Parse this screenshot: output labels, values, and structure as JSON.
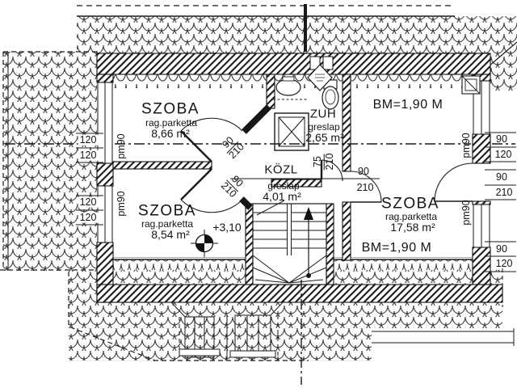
{
  "rooms": {
    "szoba_top_left": {
      "name": "SZOBA",
      "floor": "rag.parketta",
      "area": "8,66 m²"
    },
    "zuh": {
      "name": "ZUH",
      "floor": "greslap",
      "area": "2,65 m²"
    },
    "kozl": {
      "name": "KÖZL",
      "floor": "greslap",
      "area": "4,01 m²"
    },
    "szoba_bottom_left": {
      "name": "SZOBA",
      "floor": "rag.parketta",
      "area": "8,54 m²",
      "level_mark": "+3,10"
    },
    "szoba_right": {
      "name": "SZOBA",
      "floor": "rag.parketta",
      "area": "17,58 m²",
      "clearance_top": "BM=1,90 M",
      "clearance_bottom": "BM=1,90 M"
    }
  },
  "dims": {
    "left_window_top": {
      "w": "120",
      "h": "120"
    },
    "left_window_bottom": {
      "w": "120",
      "h": "120"
    },
    "right_window_top": {
      "w": "90",
      "h": "120"
    },
    "right_door": {
      "w": "90",
      "h": "210"
    },
    "right_window_bottom": {
      "w": "90",
      "h": "120"
    },
    "door_szoba_top": {
      "w": "90",
      "h": "210"
    },
    "door_szoba_bottom": {
      "w": "90",
      "h": "210"
    },
    "door_szoba_right": {
      "w": "90",
      "h": "210"
    },
    "door_zuh": {
      "w": "75",
      "h": "210"
    },
    "parapet": "pm90"
  },
  "colors": {
    "ink": "#1a1a1a",
    "paper": "#ffffff"
  }
}
